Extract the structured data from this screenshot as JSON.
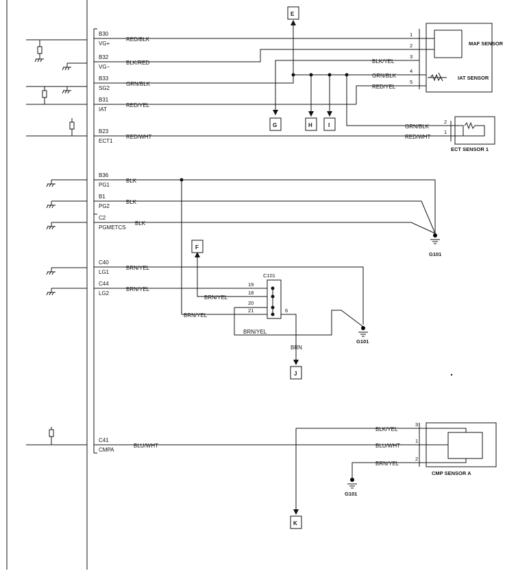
{
  "ecm_pins": [
    {
      "pin": "B30",
      "name": "VG+"
    },
    {
      "pin": "B32",
      "name": "VG−"
    },
    {
      "pin": "B33",
      "name": "SG2"
    },
    {
      "pin": "B31",
      "name": "IAT"
    },
    {
      "pin": "B23",
      "name": "ECT1"
    },
    {
      "pin": "B36",
      "name": "PG1"
    },
    {
      "pin": "B1",
      "name": "PG2"
    },
    {
      "pin": "C2",
      "name": "PGMETCS"
    },
    {
      "pin": "C40",
      "name": "LG1"
    },
    {
      "pin": "C44",
      "name": "LG2"
    },
    {
      "pin": "C41",
      "name": "CMPA"
    }
  ],
  "wire_colors": {
    "b30": "RED/BLK",
    "b32": "BLK/RED",
    "b33": "GRN/BLK",
    "b31": "RED/YEL",
    "b23": "RED/WHT",
    "b36": "BLK",
    "b1": "BLK",
    "c2": "BLK",
    "c40": "BRN/YEL",
    "c44": "BRN/YEL",
    "c41": "BLU/WHT",
    "maf3": "BLK/YEL",
    "maf4": "GRN/BLK",
    "maf5": "RED/YEL",
    "ect2": "GRN/BLK",
    "ect1": "RED/WHT",
    "c101_18": "BRN/YEL",
    "c101_21": "BRN/YEL",
    "c101_low": "BRN/YEL",
    "brn": "BRN",
    "cmp3": "BLK/YEL",
    "cmp1": "BLU/WHT",
    "cmp2": "BRN/YEL"
  },
  "maf_pins": [
    "1",
    "2",
    "3",
    "4",
    "5"
  ],
  "ect_pins": [
    "2",
    "1"
  ],
  "cmp_pins": [
    "3",
    "1",
    "2"
  ],
  "c101": {
    "label": "C101",
    "pins": [
      "19",
      "18",
      "20",
      "21"
    ],
    "out_pin": "6"
  },
  "components": {
    "maf": "MAF SENSOR",
    "iat": "IAT SENSOR",
    "ect": "ECT SENSOR 1",
    "cmp": "CMP SENSOR A"
  },
  "grounds": {
    "g101a": "G101",
    "g101b": "G101",
    "g101c": "G101"
  },
  "refs": {
    "e": "E",
    "f": "F",
    "g": "G",
    "h": "H",
    "i": "I",
    "j": "J",
    "k": "K"
  }
}
